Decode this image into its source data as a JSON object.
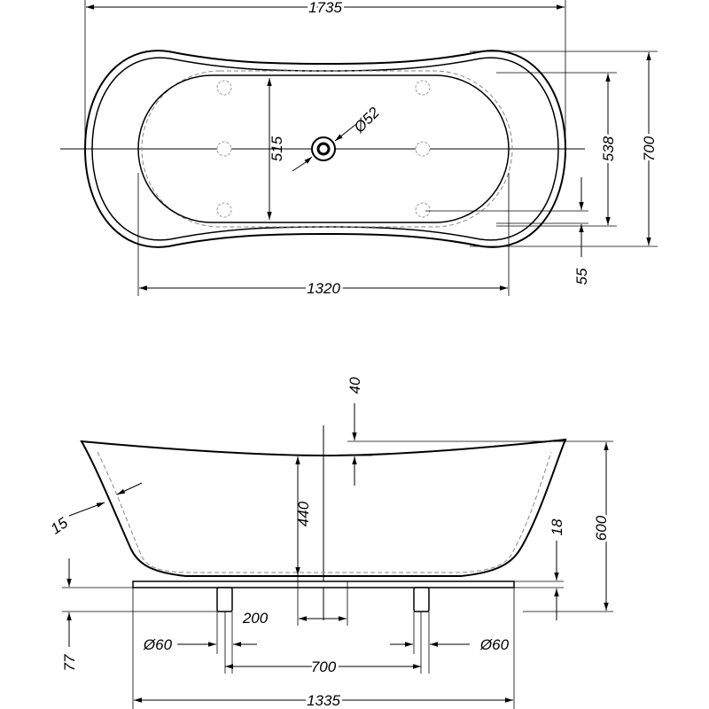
{
  "top_view": {
    "overall_length": "1735",
    "overall_width": "700",
    "inner_width": "538",
    "basin_width": "515",
    "drain_diameter": "Ø52",
    "basin_length": "1320",
    "edge_offset": "55"
  },
  "side_view": {
    "rim_slope": "40",
    "wall_thickness": "15",
    "inner_depth": "440",
    "base_thickness": "18",
    "overall_height": "600",
    "feet_height": "77",
    "drain_offset": "200",
    "left_foot_diameter": "Ø60",
    "right_foot_diameter": "Ø60",
    "feet_spacing": "700",
    "base_length": "1335"
  }
}
